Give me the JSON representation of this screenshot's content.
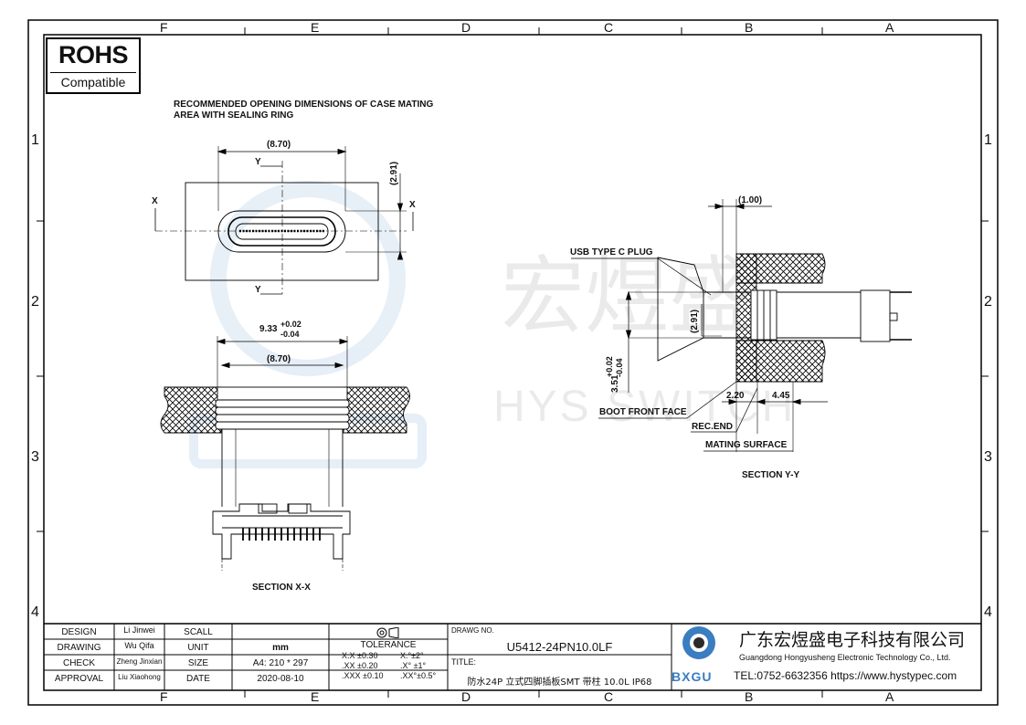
{
  "zones": {
    "columns": [
      "F",
      "E",
      "D",
      "C",
      "B",
      "A"
    ],
    "rows": [
      "1",
      "2",
      "3",
      "4"
    ]
  },
  "badge": {
    "title": "ROHS",
    "subtitle": "Compatible"
  },
  "watermark": {
    "chinese": "宏煜盛",
    "english": "HYS SWITCH"
  },
  "drawing": {
    "heading_line1": "RECOMMENDED OPENING DIMENSIONS OF CASE MATING",
    "heading_line2": "AREA WITH SEALING RING",
    "top_view": {
      "width_dim": "(8.70)",
      "height_dim": "(2.91)",
      "axis_x": "X",
      "axis_y": "Y"
    },
    "section_xx": {
      "dim_main": "9.33",
      "tol_plus": "+0.02",
      "tol_minus": "-0.04",
      "dim_inner": "(8.70)",
      "caption": "SECTION X-X"
    },
    "section_yy": {
      "dim_top": "(1.00)",
      "plug_label": "USB TYPE C PLUG",
      "dim_plug": "(2.91)",
      "dim_height": "3.51",
      "tol_plus": "+0.02",
      "tol_minus": "-0.04",
      "dim_a": "2.20",
      "dim_b": "4.45",
      "boot_label": "BOOT FRONT FACE",
      "rec_label": "REC.END",
      "mating_label": "MATING SURFACE",
      "caption": "SECTION Y-Y"
    }
  },
  "title_block": {
    "design_label": "DESIGN",
    "design_name": "Li Jinwei",
    "drawing_label": "DRAWING",
    "drawing_name": "Wu Qifa",
    "check_label": "CHECK",
    "check_name": "Zheng Jinxian",
    "approval_label": "APPROVAL",
    "approval_name": "Liu Xiaohong",
    "scale_label": "SCALL",
    "scale_value": "",
    "unit_label": "UNIT",
    "unit_value": "mm",
    "size_label": "SIZE",
    "size_value": "A4: 210 * 297",
    "date_label": "DATE",
    "date_value": "2020-08-10",
    "tolerance_label": "TOLERANCE",
    "tol_x_lin": "X.X  ±0.30",
    "tol_xx_lin": ".XX  ±0.20",
    "tol_xxx_lin": ".XXX  ±0.10",
    "tol_x_ang": "X.°±2°",
    "tol_xx_ang": ".X° ±1°",
    "tol_xxx_ang": ".XX°±0.5°",
    "drawing_no_label": "DRAWG NO.",
    "drawing_no": "U5412-24PN10.0LF",
    "title_label": "TITLE:",
    "title_value": "防水24P 立式四脚插板SMT 带柱 10.0L IP68",
    "company_cn": "广东宏煜盛电子科技有限公司",
    "company_en": "Guangdong Hongyusheng Electronic Technology Co., Ltd.",
    "logo_text": "BXGU",
    "contact": "TEL:0752-6632356  https://www.hystypec.com"
  }
}
